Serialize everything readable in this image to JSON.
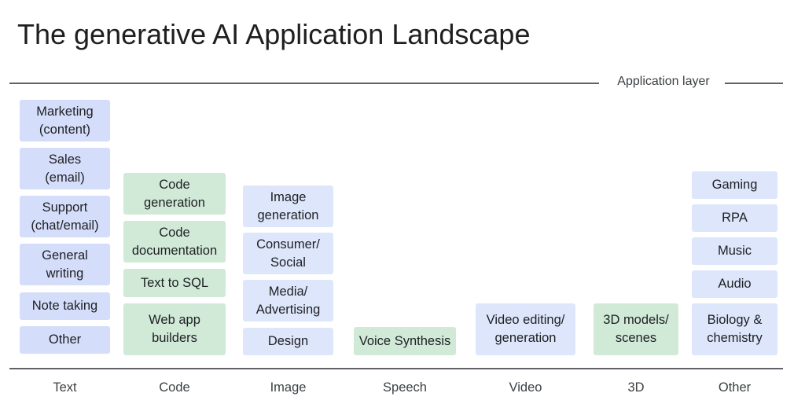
{
  "title": "The generative AI Application Landscape",
  "layer_label": "Application layer",
  "columns": {
    "text": {
      "label": "Text",
      "items": [
        "Marketing\n(content)",
        "Sales\n(email)",
        "Support\n(chat/email)",
        "General\nwriting",
        "Note taking",
        "Other"
      ]
    },
    "code": {
      "label": "Code",
      "items": [
        "Code\ngeneration",
        "Code\ndocumentation",
        "Text to SQL",
        "Web app\nbuilders"
      ]
    },
    "image": {
      "label": "Image",
      "items": [
        "Image\ngeneration",
        "Consumer/\nSocial",
        "Media/\nAdvertising",
        "Design"
      ]
    },
    "speech": {
      "label": "Speech",
      "items": [
        "Voice Synthesis"
      ]
    },
    "video": {
      "label": "Video",
      "items": [
        "Video editing/\ngeneration"
      ]
    },
    "three_d": {
      "label": "3D",
      "items": [
        "3D models/\nscenes"
      ]
    },
    "other": {
      "label": "Other",
      "items": [
        "Gaming",
        "RPA",
        "Music",
        "Audio",
        "Biology &\nchemistry"
      ]
    }
  },
  "colors": {
    "blue": "#d4defb",
    "green": "#d1ead8",
    "light_blue": "#dde6fb"
  }
}
